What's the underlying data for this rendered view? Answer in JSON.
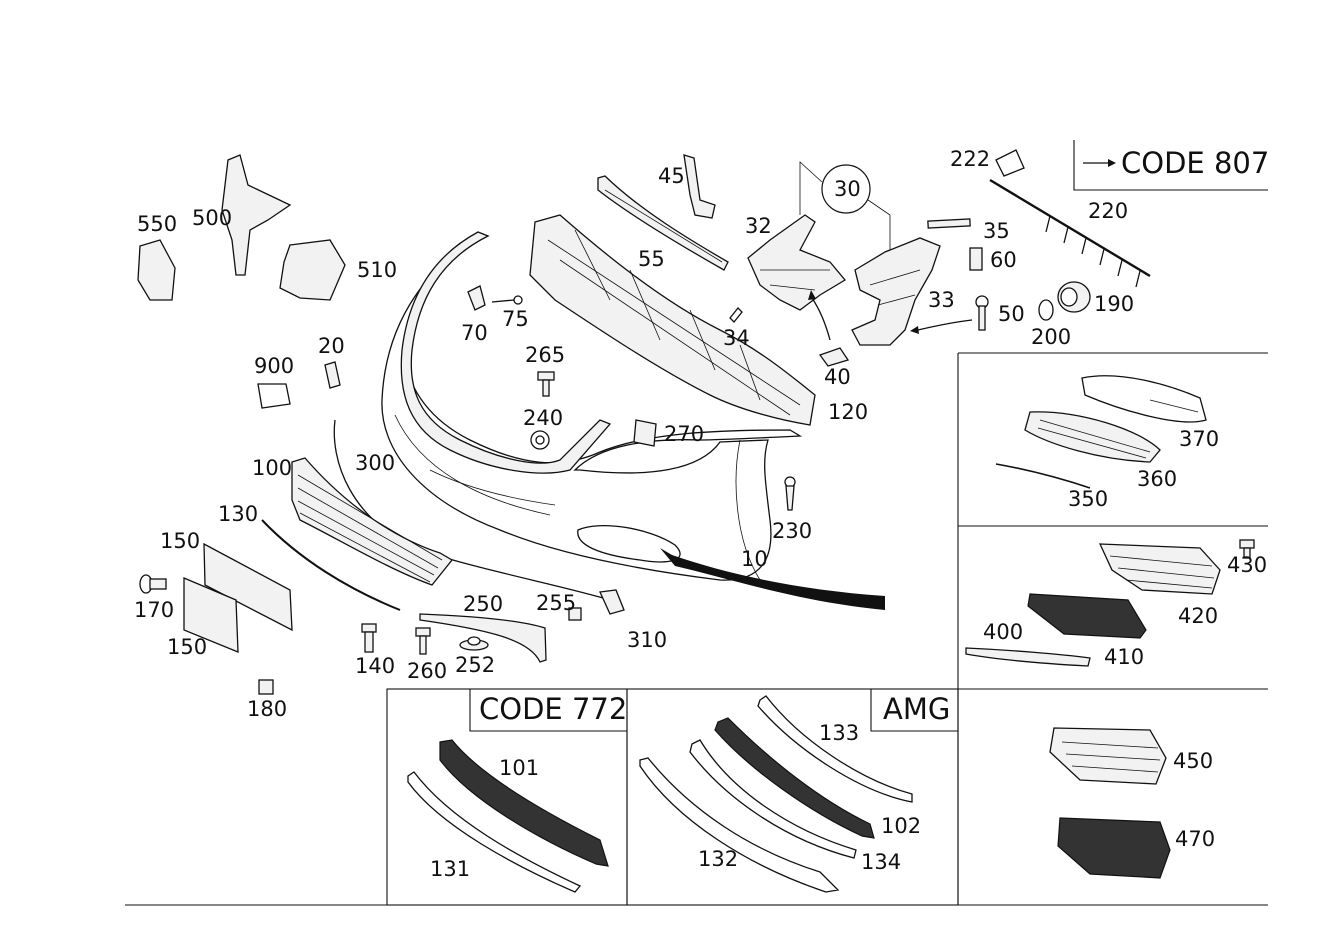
{
  "codes": {
    "code_807": "CODE 807",
    "code_772": "CODE 772",
    "amg": "AMG"
  },
  "callouts": {
    "c10": "10",
    "c20": "20",
    "c30": "30",
    "c32": "32",
    "c33": "33",
    "c34": "34",
    "c35": "35",
    "c40": "40",
    "c45": "45",
    "c50": "50",
    "c55": "55",
    "c60": "60",
    "c70": "70",
    "c75": "75",
    "c100": "100",
    "c101": "101",
    "c102": "102",
    "c120": "120",
    "c130": "130",
    "c131": "131",
    "c132": "132",
    "c133": "133",
    "c134": "134",
    "c140": "140",
    "c150a": "150",
    "c150b": "150",
    "c170": "170",
    "c180": "180",
    "c190": "190",
    "c200": "200",
    "c220": "220",
    "c222": "222",
    "c230": "230",
    "c240": "240",
    "c250": "250",
    "c252": "252",
    "c255": "255",
    "c260": "260",
    "c265": "265",
    "c270": "270",
    "c300": "300",
    "c310": "310",
    "c350": "350",
    "c360": "360",
    "c370": "370",
    "c400": "400",
    "c410": "410",
    "c420": "420",
    "c430": "430",
    "c450": "450",
    "c470": "470",
    "c500": "500",
    "c510": "510",
    "c550": "550",
    "c900": "900"
  }
}
